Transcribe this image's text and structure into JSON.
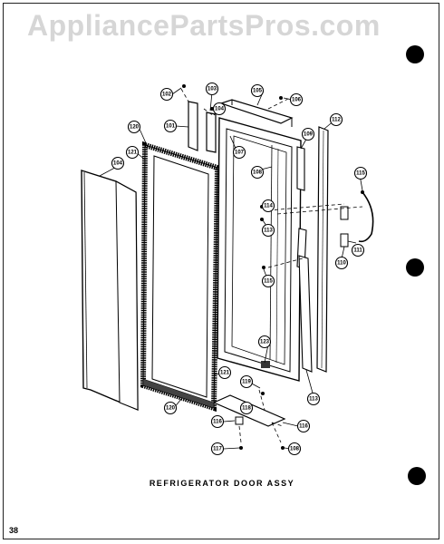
{
  "watermark": "AppliancePartsPros.com",
  "caption": "REFRIGERATOR DOOR ASSY",
  "page_number": "38",
  "callouts": [
    "102",
    "103",
    "104",
    "105",
    "106",
    "101",
    "120",
    "121",
    "104",
    "107",
    "108",
    "109",
    "112",
    "115",
    "114",
    "113",
    "110",
    "111",
    "115",
    "123",
    "119",
    "118",
    "113",
    "121",
    "120",
    "116",
    "116",
    "117",
    "108"
  ]
}
